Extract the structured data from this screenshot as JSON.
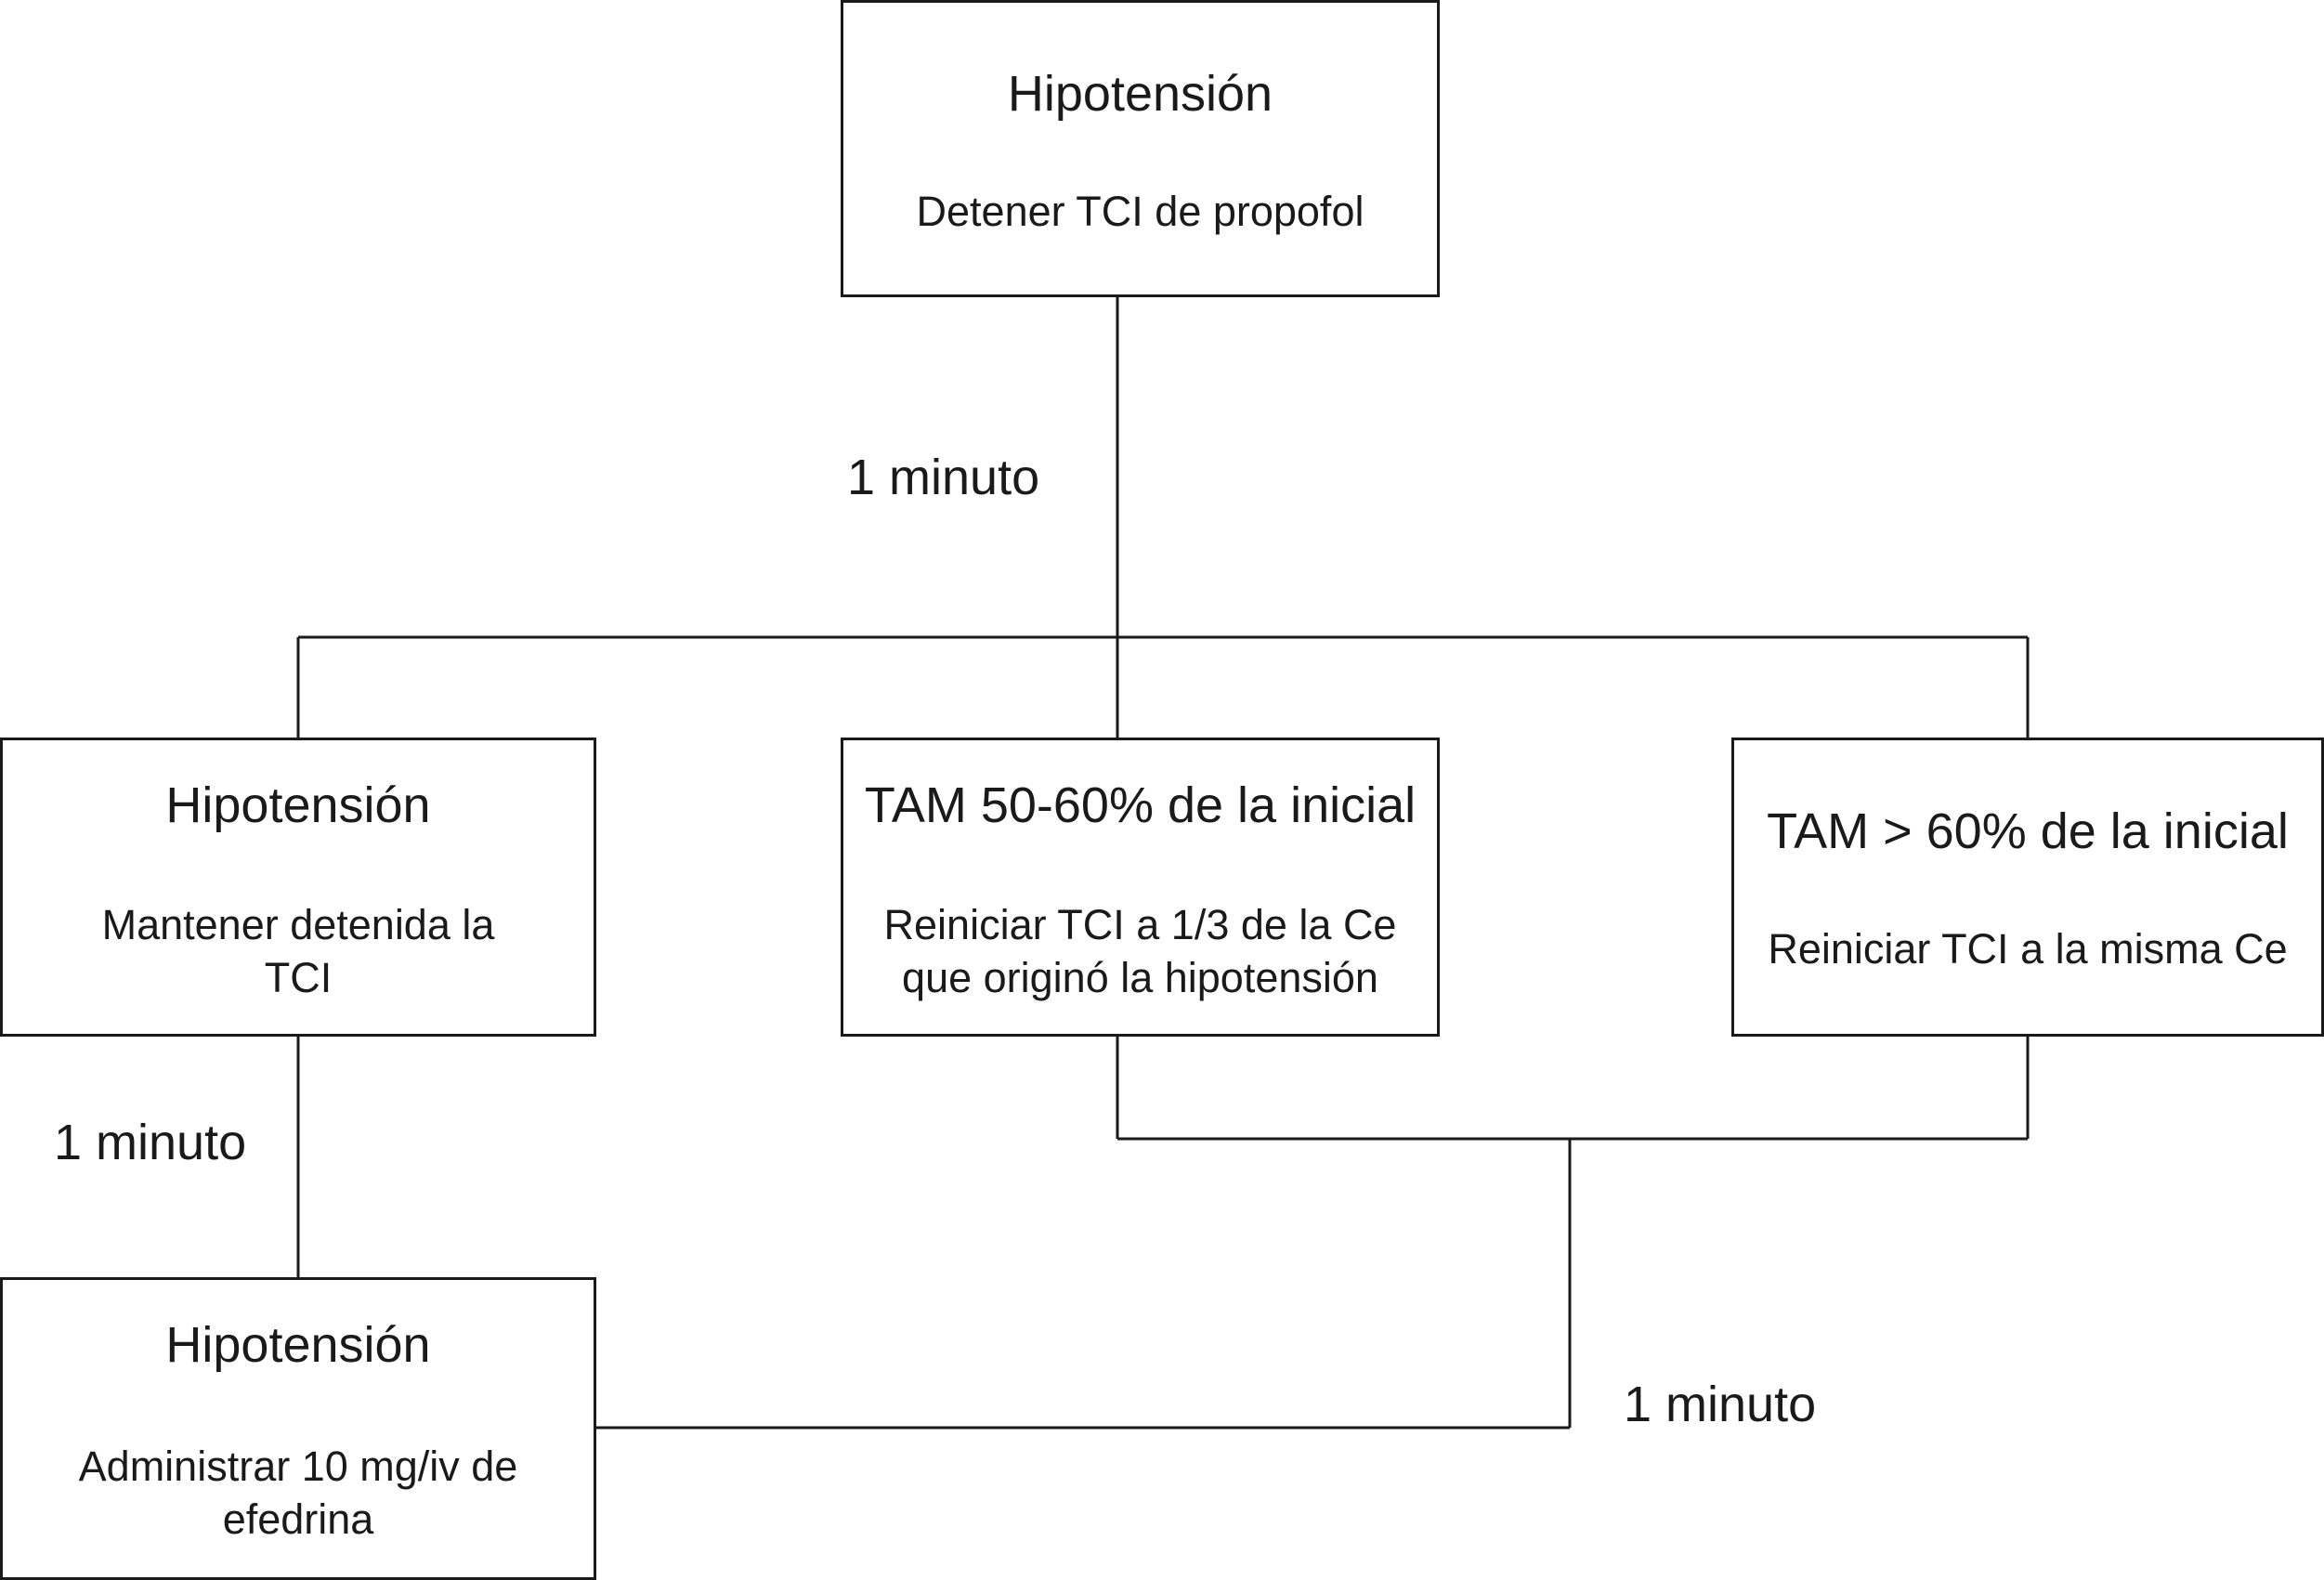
{
  "nodes": {
    "start": {
      "title": "Hipotensión",
      "action": "Detener TCI de propofol"
    },
    "left": {
      "title": "Hipotensión",
      "action": "Mantener detenida la TCI"
    },
    "middle": {
      "title": "TAM 50-60% de la inicial",
      "action": "Reiniciar TCI a 1/3 de la Ce que originó la hipotensión"
    },
    "right": {
      "title": "TAM > 60% de la inicial",
      "action": "Reiniciar TCI a la misma Ce"
    },
    "bottom": {
      "title": "Hipotensión",
      "action": "Administrar 10 mg/iv de efedrina"
    }
  },
  "edge_labels": {
    "top": "1 minuto",
    "left": "1 minuto",
    "bottom_right": "1 minuto"
  }
}
